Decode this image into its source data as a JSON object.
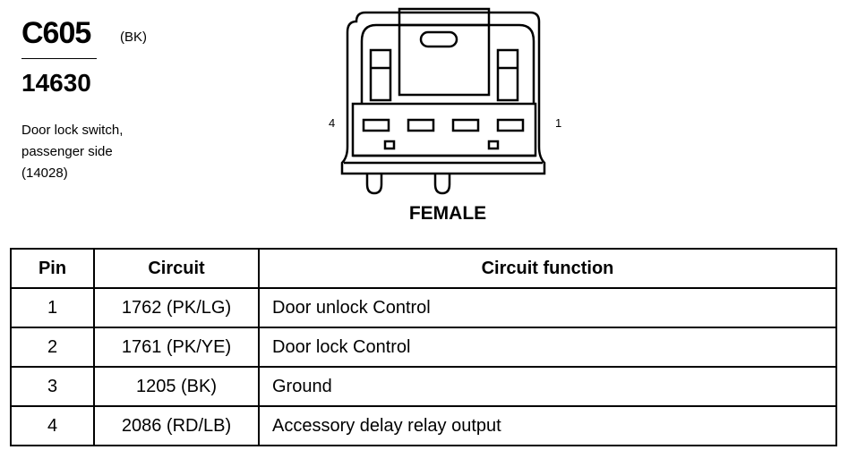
{
  "connector": {
    "id": "C605",
    "color_code": "(BK)",
    "part_number": "14630",
    "description_lines": [
      "Door lock switch,",
      "passenger side",
      "(14028)"
    ]
  },
  "diagram": {
    "left_pin_label": "4",
    "right_pin_label": "1",
    "gender_label": "FEMALE"
  },
  "table": {
    "headers": [
      "Pin",
      "Circuit",
      "Circuit function"
    ],
    "rows": [
      [
        "1",
        "1762 (PK/LG)",
        "Door unlock Control"
      ],
      [
        "2",
        "1761 (PK/YE)",
        "Door lock Control"
      ],
      [
        "3",
        "1205 (BK)",
        "Ground"
      ],
      [
        "4",
        "2086 (RD/LB)",
        "Accessory delay relay output"
      ]
    ]
  }
}
